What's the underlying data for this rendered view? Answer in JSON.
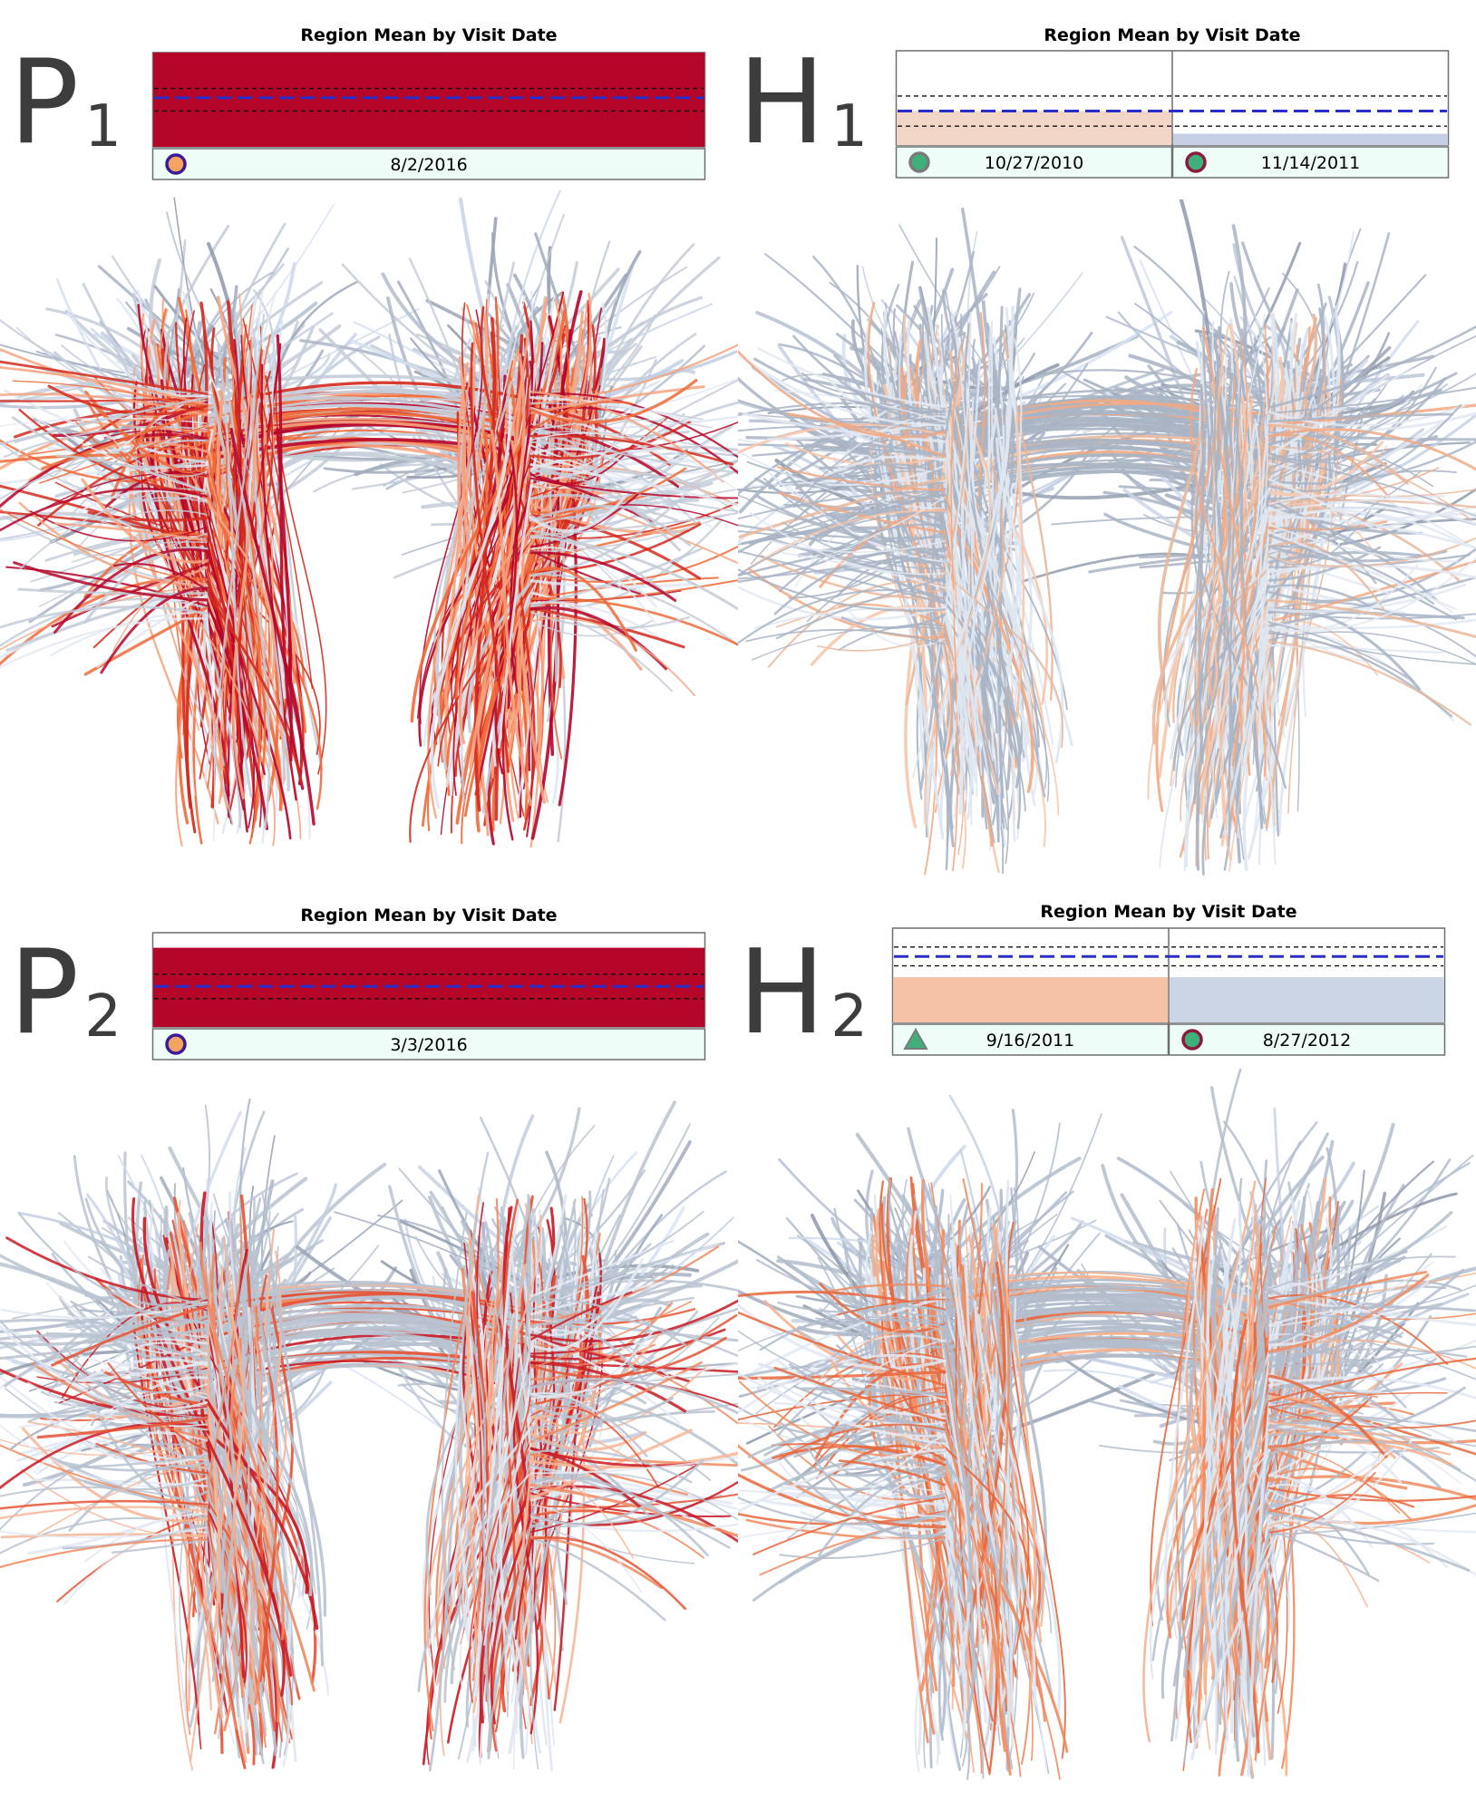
{
  "panels": [
    {
      "id": "P",
      "letter": "P",
      "sub": "1"
    },
    {
      "id": "H",
      "letter": "H",
      "sub": "1"
    },
    {
      "id": "P",
      "letter": "P",
      "sub": "2"
    },
    {
      "id": "H",
      "letter": "H",
      "sub": "2"
    }
  ],
  "chart_data": [
    {
      "type": "bar",
      "title": "Region Mean by Visit Date",
      "categories": [
        "8/2/2016"
      ],
      "fills": [
        1.0
      ],
      "colors": [
        "#b5062a"
      ],
      "markers": [
        {
          "shape": "circle",
          "fill": "#f4a460",
          "stroke": "#3b1a9a"
        }
      ],
      "mean_line_level": 0.52,
      "band_levels": [
        0.62,
        0.38
      ]
    },
    {
      "type": "bar",
      "title": "Region Mean by Visit Date",
      "categories": [
        "10/27/2010",
        "11/14/2011"
      ],
      "fills": [
        0.36,
        0.12
      ],
      "colors": [
        "#f1d6c8",
        "#c6cfe3"
      ],
      "markers": [
        {
          "shape": "circle",
          "fill": "#3fb07a",
          "stroke": "#7a7a7a"
        },
        {
          "shape": "circle",
          "fill": "#3fb07a",
          "stroke": "#8b1a3c"
        }
      ],
      "mean_line_level": 0.36,
      "band_levels": [
        0.52,
        0.2
      ]
    },
    {
      "type": "bar",
      "title": "Region Mean by Visit Date",
      "categories": [
        "3/3/2016"
      ],
      "fills": [
        0.84
      ],
      "colors": [
        "#b5062a"
      ],
      "markers": [
        {
          "shape": "circle",
          "fill": "#f4a460",
          "stroke": "#3b1a9a"
        }
      ],
      "mean_line_level": 0.43,
      "band_levels": [
        0.56,
        0.3
      ]
    },
    {
      "type": "bar",
      "title": "Region Mean by Visit Date",
      "categories": [
        "9/16/2011",
        "8/27/2012"
      ],
      "fills": [
        0.48,
        0.48
      ],
      "colors": [
        "#f6c2a6",
        "#ccd5e6"
      ],
      "markers": [
        {
          "shape": "triangle",
          "fill": "#3fb07a",
          "stroke": "#7a7a7a"
        },
        {
          "shape": "circle",
          "fill": "#3fb07a",
          "stroke": "#8b1a3c"
        }
      ],
      "mean_line_level": 0.7,
      "band_levels": [
        0.8,
        0.6
      ]
    }
  ],
  "tract_colors": {
    "P1": {
      "base": "#c4ccd8",
      "hot": [
        "#b5062a",
        "#d42a1e",
        "#ef6a3a",
        "#f6a37f"
      ],
      "heat": 0.55
    },
    "H1": {
      "base": "#a9b4c4",
      "hot": [
        "#f2a882",
        "#f7c6ab",
        "#e9b89c"
      ],
      "heat": 0.2
    },
    "P2": {
      "base": "#b9c3d0",
      "hot": [
        "#c81a25",
        "#e65234",
        "#f08a62",
        "#f6b698"
      ],
      "heat": 0.35
    },
    "H2": {
      "base": "#b3bdcc",
      "hot": [
        "#e7663c",
        "#f08b5f",
        "#f6b08c"
      ],
      "heat": 0.33
    }
  }
}
